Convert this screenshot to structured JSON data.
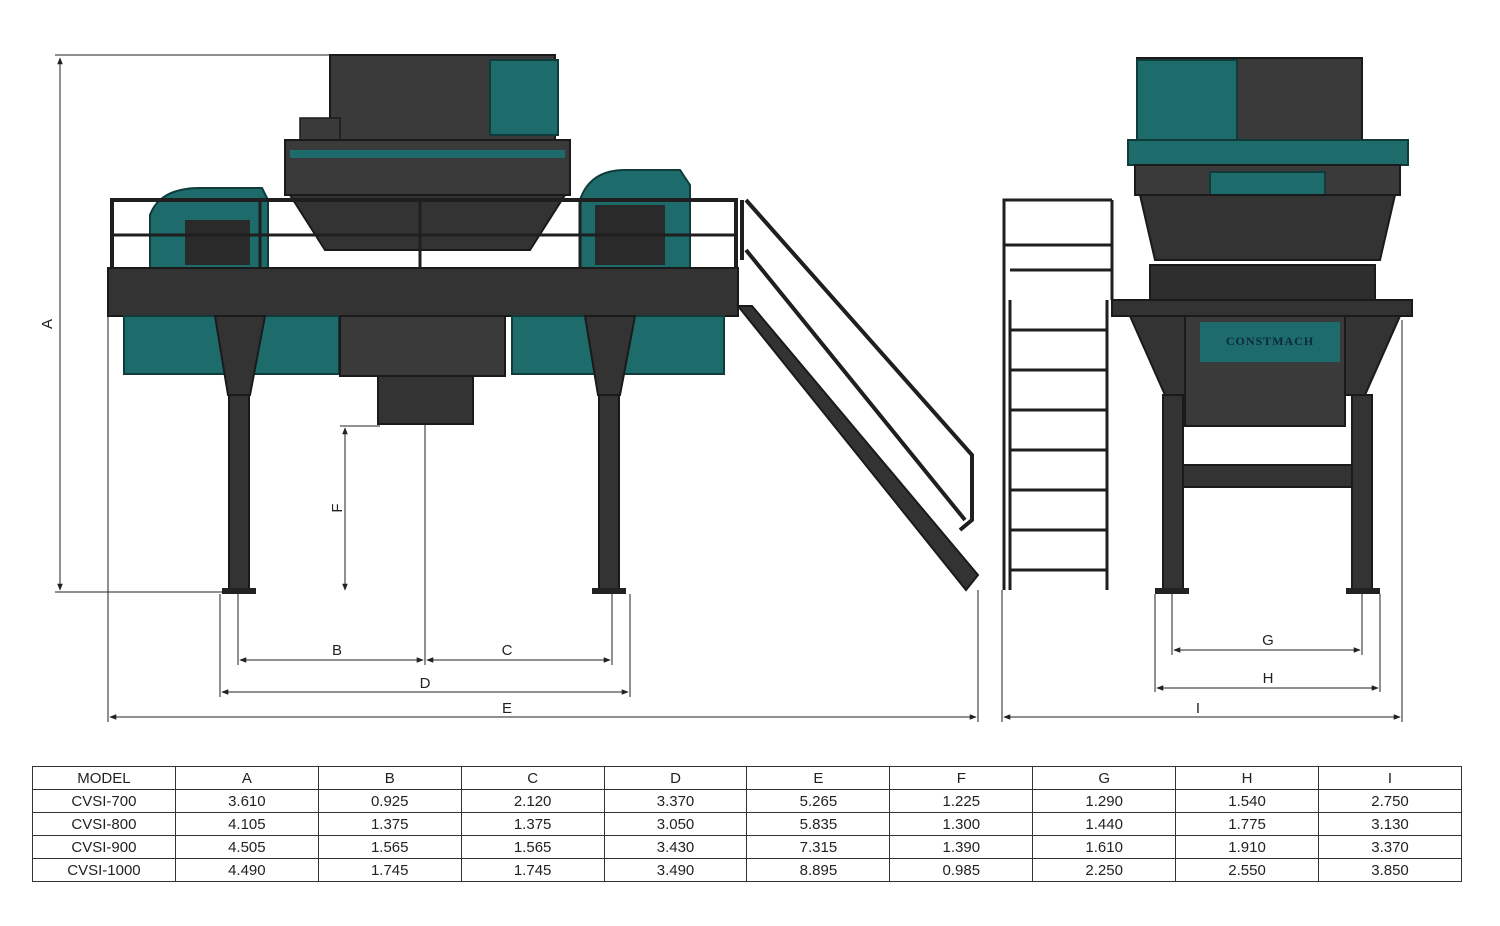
{
  "dimensions": [
    "A",
    "B",
    "C",
    "D",
    "E",
    "F",
    "G",
    "H",
    "I"
  ],
  "brand": "CONSTMACH",
  "table": {
    "header": [
      "MODEL",
      "A",
      "B",
      "C",
      "D",
      "E",
      "F",
      "G",
      "H",
      "I"
    ],
    "rows": [
      [
        "CVSI-700",
        "3.610",
        "0.925",
        "2.120",
        "3.370",
        "5.265",
        "1.225",
        "1.290",
        "1.540",
        "2.750"
      ],
      [
        "CVSI-800",
        "4.105",
        "1.375",
        "1.375",
        "3.050",
        "5.835",
        "1.300",
        "1.440",
        "1.775",
        "3.130"
      ],
      [
        "CVSI-900",
        "4.505",
        "1.565",
        "1.565",
        "3.430",
        "7.315",
        "1.390",
        "1.610",
        "1.910",
        "3.370"
      ],
      [
        "CVSI-1000",
        "4.490",
        "1.745",
        "1.745",
        "3.490",
        "8.895",
        "0.985",
        "2.250",
        "2.550",
        "3.850"
      ]
    ]
  },
  "colors": {
    "machine": "#3a3a3a",
    "machine_dark": "#262626",
    "accent": "#1d6b6b",
    "line": "#1f1f1f"
  }
}
